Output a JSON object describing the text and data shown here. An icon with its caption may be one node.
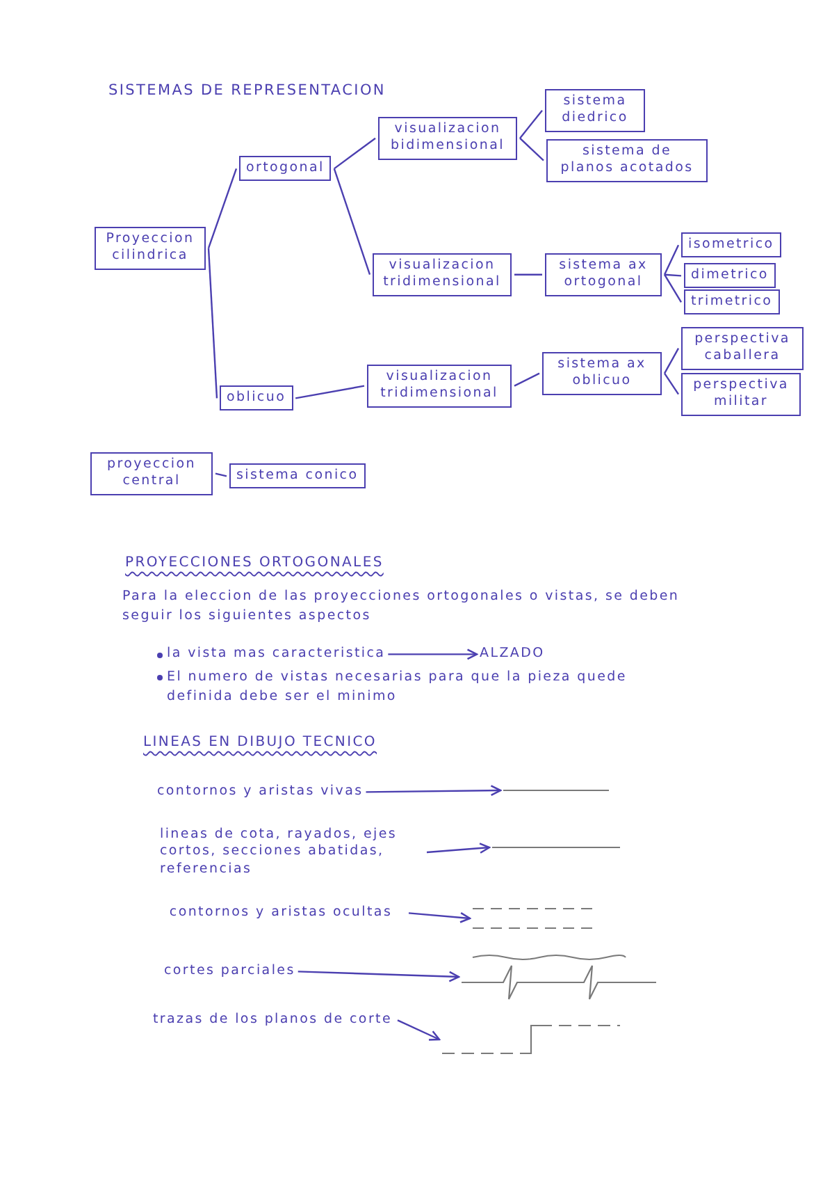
{
  "diagram": {
    "title": "SISTEMAS DE REPRESENTACION",
    "nodes": [
      {
        "text": [
          "Proyeccion cilindrica"
        ]
      },
      {
        "text": [
          "ortogonal"
        ]
      },
      {
        "text": [
          "oblicuo"
        ]
      },
      {
        "text": [
          "visualizacion bidimensional"
        ]
      },
      {
        "text": [
          "visualizacion tridimensional"
        ]
      },
      {
        "text": [
          "sistema diedrico"
        ]
      },
      {
        "text": [
          "sistema de planos acotados"
        ]
      },
      {
        "text": [
          "sistema ax ortogonal"
        ]
      },
      {
        "text": [
          "isometrico"
        ]
      },
      {
        "text": [
          "dimetrico"
        ]
      },
      {
        "text": [
          "trimetrico"
        ]
      },
      {
        "text": [
          "visualizacion tridimensional"
        ]
      },
      {
        "text": [
          "sistema ax oblicuo"
        ]
      },
      {
        "text": [
          "perspectiva caballera"
        ]
      },
      {
        "text": [
          "perspectiva militar"
        ]
      },
      {
        "text": [
          "proyeccion central"
        ]
      },
      {
        "text": [
          "sistema conico"
        ]
      },
      {
        "text": [
          "la vista mas caracteristica"
        ]
      },
      {
        "text": [
          "ALZADO"
        ]
      },
      {
        "text": [
          "contornos y aristas vivas"
        ]
      },
      {
        "text": [
          "lineas de cota, rayados, ejes cortos, secciones abatidas, referencias"
        ]
      },
      {
        "text": [
          "contornos y aristas ocultas"
        ]
      },
      {
        "text": [
          "cortes parciales"
        ]
      },
      {
        "text": [
          "trazas de los planos de corte"
        ]
      },
      {
        "text": [],
        "shape": "line"
      },
      {
        "text": [],
        "shape": "line"
      },
      {
        "text": [],
        "shape": "line"
      },
      {
        "text": [],
        "shape": "line"
      },
      {
        "text": [],
        "shape": "line"
      }
    ],
    "edges": [
      {
        "from": 0,
        "to": 1,
        "arrow": "none"
      },
      {
        "from": 0,
        "to": 2,
        "arrow": "none"
      },
      {
        "from": 1,
        "to": 3,
        "arrow": "none"
      },
      {
        "from": 1,
        "to": 4,
        "arrow": "none"
      },
      {
        "from": 3,
        "to": 5,
        "arrow": "none"
      },
      {
        "from": 3,
        "to": 6,
        "arrow": "none"
      },
      {
        "from": 4,
        "to": 7,
        "arrow": "none"
      },
      {
        "from": 7,
        "to": 8,
        "arrow": "none"
      },
      {
        "from": 7,
        "to": 9,
        "arrow": "none"
      },
      {
        "from": 7,
        "to": 10,
        "arrow": "none"
      },
      {
        "from": 2,
        "to": 11,
        "arrow": "none"
      },
      {
        "from": 11,
        "to": 12,
        "arrow": "none"
      },
      {
        "from": 12,
        "to": 13,
        "arrow": "none"
      },
      {
        "from": 12,
        "to": 14,
        "arrow": "none"
      },
      {
        "from": 15,
        "to": 16,
        "arrow": "none"
      },
      {
        "from": 17,
        "to": 18,
        "arrow": "to"
      },
      {
        "from": 19,
        "to": 24,
        "arrow": "to"
      },
      {
        "from": 20,
        "to": 25,
        "arrow": "to"
      },
      {
        "from": 21,
        "to": 26,
        "arrow": "to"
      },
      {
        "from": 22,
        "to": 27,
        "arrow": "to"
      },
      {
        "from": 23,
        "to": 28,
        "arrow": "to"
      }
    ],
    "labels": [
      "PROYECCIONES ORTOGONALES",
      "Para la eleccion de las proyecciones ortogonales o vistas, se deben seguir los siguientes aspectos",
      "El numero de vistas necesarias para que la pieza quede definida debe ser el minimo",
      "LINEAS EN DIBUJO TECNICO"
    ]
  }
}
